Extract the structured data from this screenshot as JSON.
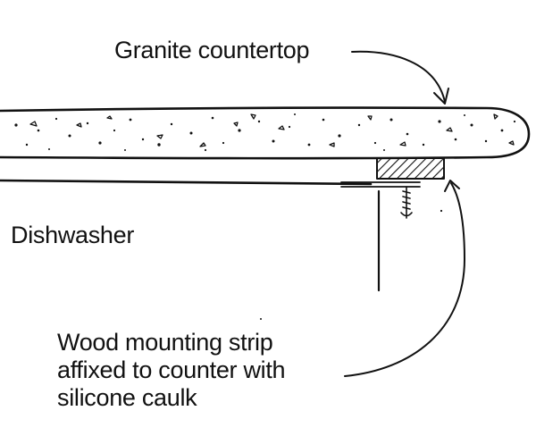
{
  "labels": {
    "granite": "Granite countertop",
    "dishwasher": "Dishwasher",
    "mounting_strip": [
      "Wood mounting strip",
      "affixed to counter with",
      "silicone caulk"
    ]
  },
  "colors": {
    "ink": "#111111",
    "background": "#ffffff"
  }
}
